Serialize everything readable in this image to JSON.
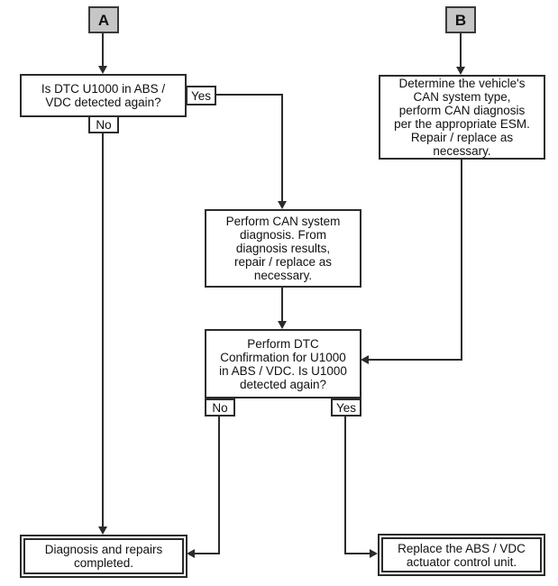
{
  "flowchart": {
    "connector_a": "A",
    "connector_b": "B",
    "decision_dtc_detected": "Is DTC U1000 in ABS /\nVDC detected again?",
    "label_yes_1": "Yes",
    "label_no_1": "No",
    "process_determine_can": "Determine the vehicle's\nCAN system type,\nperform CAN diagnosis\nper the appropriate ESM.\nRepair / replace as\nnecessary.",
    "process_can_diagnosis": "Perform CAN system\ndiagnosis. From\ndiagnosis results,\nrepair / replace as\nnecessary.",
    "decision_dtc_confirmation": "Perform DTC\nConfirmation for U1000\nin ABS / VDC. Is U1000\ndetected again?",
    "label_no_2": "No",
    "label_yes_2": "Yes",
    "terminal_diagnosis_completed": "Diagnosis and repairs\ncompleted.",
    "terminal_replace_unit": "Replace the ABS / VDC\nactuator control unit."
  },
  "colors": {
    "background": "#ffffff",
    "box_fill": "#ffffff",
    "connector_fill": "#c6c6c6",
    "line": "#2b2b2b",
    "text": "#111111"
  }
}
